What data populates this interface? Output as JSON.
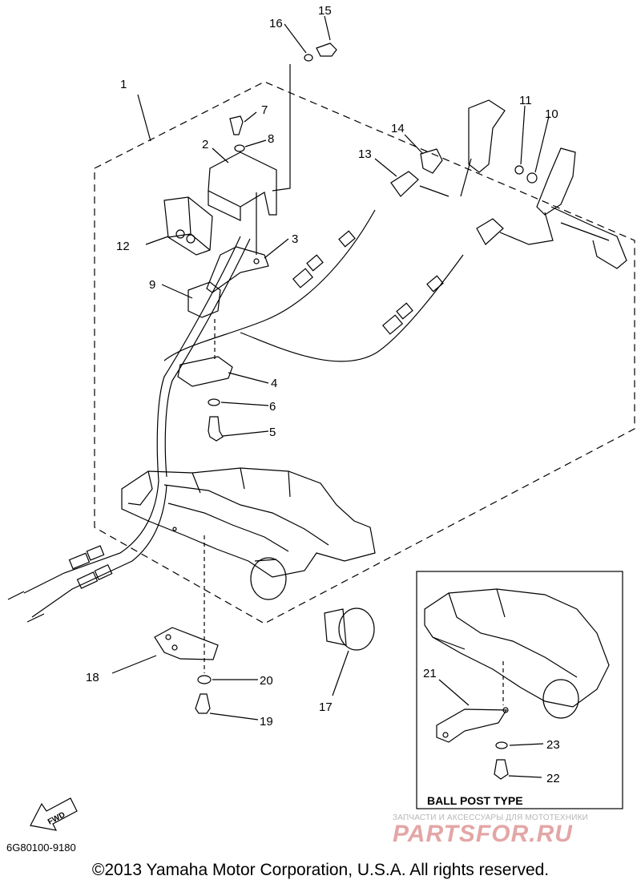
{
  "callouts": [
    "1",
    "2",
    "3",
    "4",
    "5",
    "6",
    "7",
    "8",
    "9",
    "10",
    "11",
    "12",
    "13",
    "14",
    "15",
    "16",
    "17",
    "18",
    "19",
    "20",
    "21",
    "22",
    "23"
  ],
  "inset": {
    "title": "BALL POST TYPE"
  },
  "fwd_label": "FWD",
  "part_code": "6G80100-9180",
  "copyright": "©2013 Yamaha Motor Corporation, U.S.A. All rights reserved.",
  "watermark": {
    "tagline": "ЗАПЧАСТИ И АКСЕССУАРЫ ДЛЯ МОТОТЕХНИКИ",
    "logo": "PARTSFOR.RU"
  },
  "colors": {
    "line": "#000000",
    "background": "#ffffff",
    "watermark_logo": "#e3a6a6",
    "watermark_text": "#b7b7b7"
  }
}
